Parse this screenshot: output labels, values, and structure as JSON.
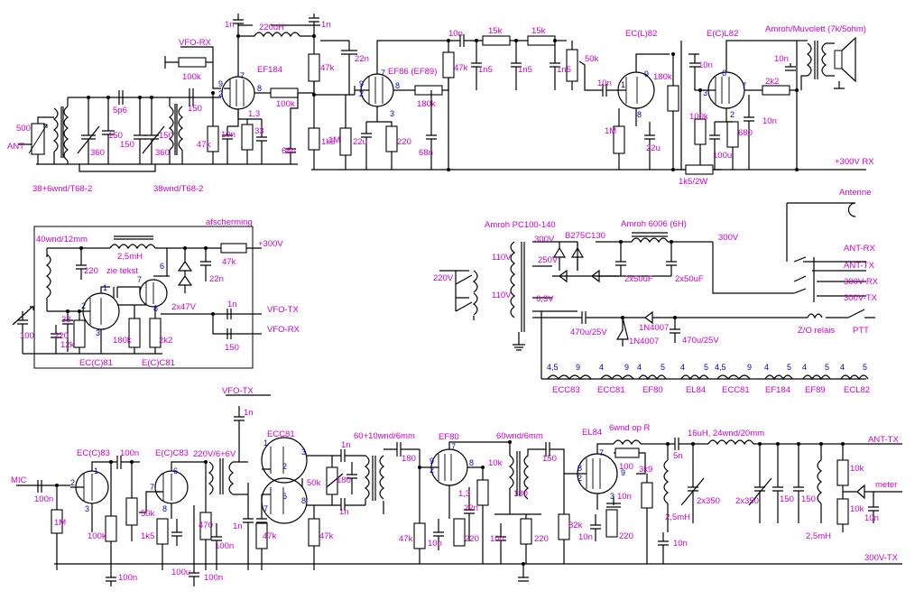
{
  "stage_rx": {
    "labels": {
      "vfo_rx_top": "VFO-RX",
      "r_100k_a": "100k",
      "c_1n_a": "1n",
      "l_220uh": "220uH",
      "c_1n_b": "1n",
      "tube_ef184": "EF184",
      "r_47k_a": "47k",
      "c_22n": "22n",
      "r_100k_b": "100k",
      "pins_13": "1,3",
      "c_10n_a": "10n",
      "r_33": "33",
      "r_47k_b": "47k",
      "c_68n_a": "68n",
      "r_1k5": "1k5",
      "r_1m_a": "1M",
      "c_500": "500",
      "ant": "ANT",
      "c_5p6": "5p6",
      "c_150_a": "150",
      "c_150_b": "150",
      "c_150_c": "150",
      "c_150_d": "150",
      "c_360_a": "360",
      "c_360_b": "360",
      "coil_a": "38+6wnd/T68-2",
      "coil_b": "38wnd/T68-2",
      "tube_ef86": "EF86 (EF89)",
      "c_10n_b": "10n",
      "r_47k_c": "47k",
      "r_180k_a": "180k",
      "c_22u_a": "22u",
      "r_220_a": "220",
      "c_68n_b": "68n",
      "r_15k_a": "15k",
      "r_15k_b": "15k",
      "c_1n5_a": "1n5",
      "c_1n5_b": "1n5",
      "c_1n5_c": "1n5",
      "pot_50k_a": "50k",
      "c_10n_c": "10n",
      "tube_ecl82_t": "EC(L)82",
      "r_180k_b": "180k",
      "r_1m_b": "1M",
      "c_22u_b": "22u",
      "tube_ecl82_p": "E(C)L82",
      "c_10n_d": "10n",
      "r_100k_c": "100k",
      "c_100u": "100u",
      "r_680": "680",
      "r_2k2_a": "2k2",
      "c_10n_e": "10n",
      "speaker": "Amroh/Muvolett (7k/5ohm)",
      "c_10n_f": "10n",
      "plus300_rx": "+300V RX",
      "r_1k5_2w": "1k5/2W"
    },
    "pins": [
      "7",
      "9",
      "2",
      "8",
      "7",
      "9",
      "2",
      "8",
      "3",
      "8",
      "9",
      "1",
      "6",
      "3",
      "7",
      "2"
    ]
  },
  "vfo": {
    "title": "afscherming",
    "coil": "40wnd/12mm",
    "choke": "2,5mH",
    "c_220": "220",
    "zie_tekst": "zie tekst",
    "r_47k": "47k",
    "plus300": "+300V",
    "c_22n": "22n",
    "diode": "2x47V",
    "c_33": "33",
    "c_100": "100",
    "c_220b": "220",
    "r_12k": "12k",
    "r_180k": "180k",
    "r_2k2": "2k2",
    "c_1n": "1n",
    "c_150": "150",
    "vfo_tx": "VFO-TX",
    "vfo_rx": "VFO-RX",
    "tube_a": "EC(C)81",
    "tube_b": "E(C)C81",
    "pins": [
      "1",
      "2",
      "3",
      "6",
      "7",
      "8"
    ]
  },
  "psu": {
    "transformer": "Amroh PC100-140",
    "v220": "220V",
    "v110_a": "110V",
    "v110_b": "110V",
    "v300": "300V",
    "v250": "250V",
    "v63": "6,3V",
    "bridge": "B275C130",
    "choke": "Amroh 6006 (6H)",
    "c_50u_a": "2x50uF",
    "c_50u_b": "2x50uF",
    "out300": "300V",
    "c_470u_a": "470u/25V",
    "c_470u_b": "470u/25V",
    "d_a": "1N4007",
    "d_b": "1N4007",
    "relay": "Z/O relais",
    "ptt": "PTT",
    "antenne": "Antenne",
    "ant_rx": "ANT-RX",
    "ant_tx": "ANT-TX",
    "v300_rx": "300V-RX",
    "v300_tx": "300V-TX",
    "filaments": [
      {
        "pins": "4,5",
        "pin2": "9",
        "name": "ECC83"
      },
      {
        "pins": "4",
        "pin2": "9",
        "name": "ECC81"
      },
      {
        "pins": "4",
        "pin2": "5",
        "name": "EF80"
      },
      {
        "pins": "4",
        "pin2": "5",
        "name": "EL84"
      },
      {
        "pins": "4,5",
        "pin2": "9",
        "name": "ECC81"
      },
      {
        "pins": "4",
        "pin2": "5",
        "name": "EF184"
      },
      {
        "pins": "4",
        "pin2": "5",
        "name": "EF89"
      },
      {
        "pins": "4",
        "pin2": "5",
        "name": "ECL82"
      }
    ]
  },
  "stage_tx": {
    "vfo_tx": "VFO-TX",
    "mic": "MIC",
    "c_100n_a": "100n",
    "r_1m": "1M",
    "tube_ecc83_a": "EC(C)83",
    "c_100n_b": "100n",
    "r_100k": "100k",
    "c_100n_c": "100n",
    "tube_ecc83_b": "E(C)C83",
    "pot_50k": "50k",
    "r_1k5": "1k5",
    "c_100u": "100u",
    "c_100n_d": "100n",
    "r_470": "470",
    "c_100n_e": "100n",
    "xfmr": "220V/6+6V",
    "c_1n_a": "1n",
    "tube_ecc81": "ECC81",
    "c_1n_b": "1n",
    "r_47k_a": "47k",
    "r_47k_b": "47k",
    "pot_50k_b": "50k",
    "c_180_a": "180",
    "c_1n_c": "1n",
    "c_1n_d": "1n",
    "coil_a": "60+10wnd/6mm",
    "c_180_b": "180",
    "tube_ef80": "EF80",
    "r_47k_c": "47k",
    "c_10n_a": "10n",
    "pins_13": "1,3",
    "c_22n": "22n",
    "r_220_a": "220",
    "r_10k": "10k",
    "c_180_c": "180",
    "coil_b": "60wnd/6mm",
    "c_10n_b": "10n",
    "r_220_b": "220",
    "c_150_a": "150",
    "tube_el84": "EL84",
    "coil_c": "6wnd op R",
    "r_100": "100",
    "r_82k": "82k",
    "c_10n_c": "10n",
    "c_10n_d": "10n",
    "r_220_c": "220",
    "r_3k9": "3k9",
    "choke_25": "2,5mH",
    "c_10n_e": "10n",
    "c_5n": "5n",
    "coil_d": "16uH, 24wnd/20mm",
    "c_2x350_a": "2x350",
    "c_2x350_b": "2x350",
    "c_150_b": "150",
    "c_150_c": "150",
    "choke_25b": "2,5mH",
    "r_10k_a": "10k",
    "r_10k_b": "10k",
    "c_10n_f": "10n",
    "ant_tx": "ANT-TX",
    "meter": "meter",
    "v300_tx": "300V-TX",
    "pins": [
      "1",
      "2",
      "3",
      "6",
      "7",
      "8",
      "1",
      "2",
      "3",
      "6",
      "7",
      "8",
      "7",
      "9",
      "2",
      "8",
      "7",
      "8",
      "2",
      "3",
      "9"
    ]
  }
}
